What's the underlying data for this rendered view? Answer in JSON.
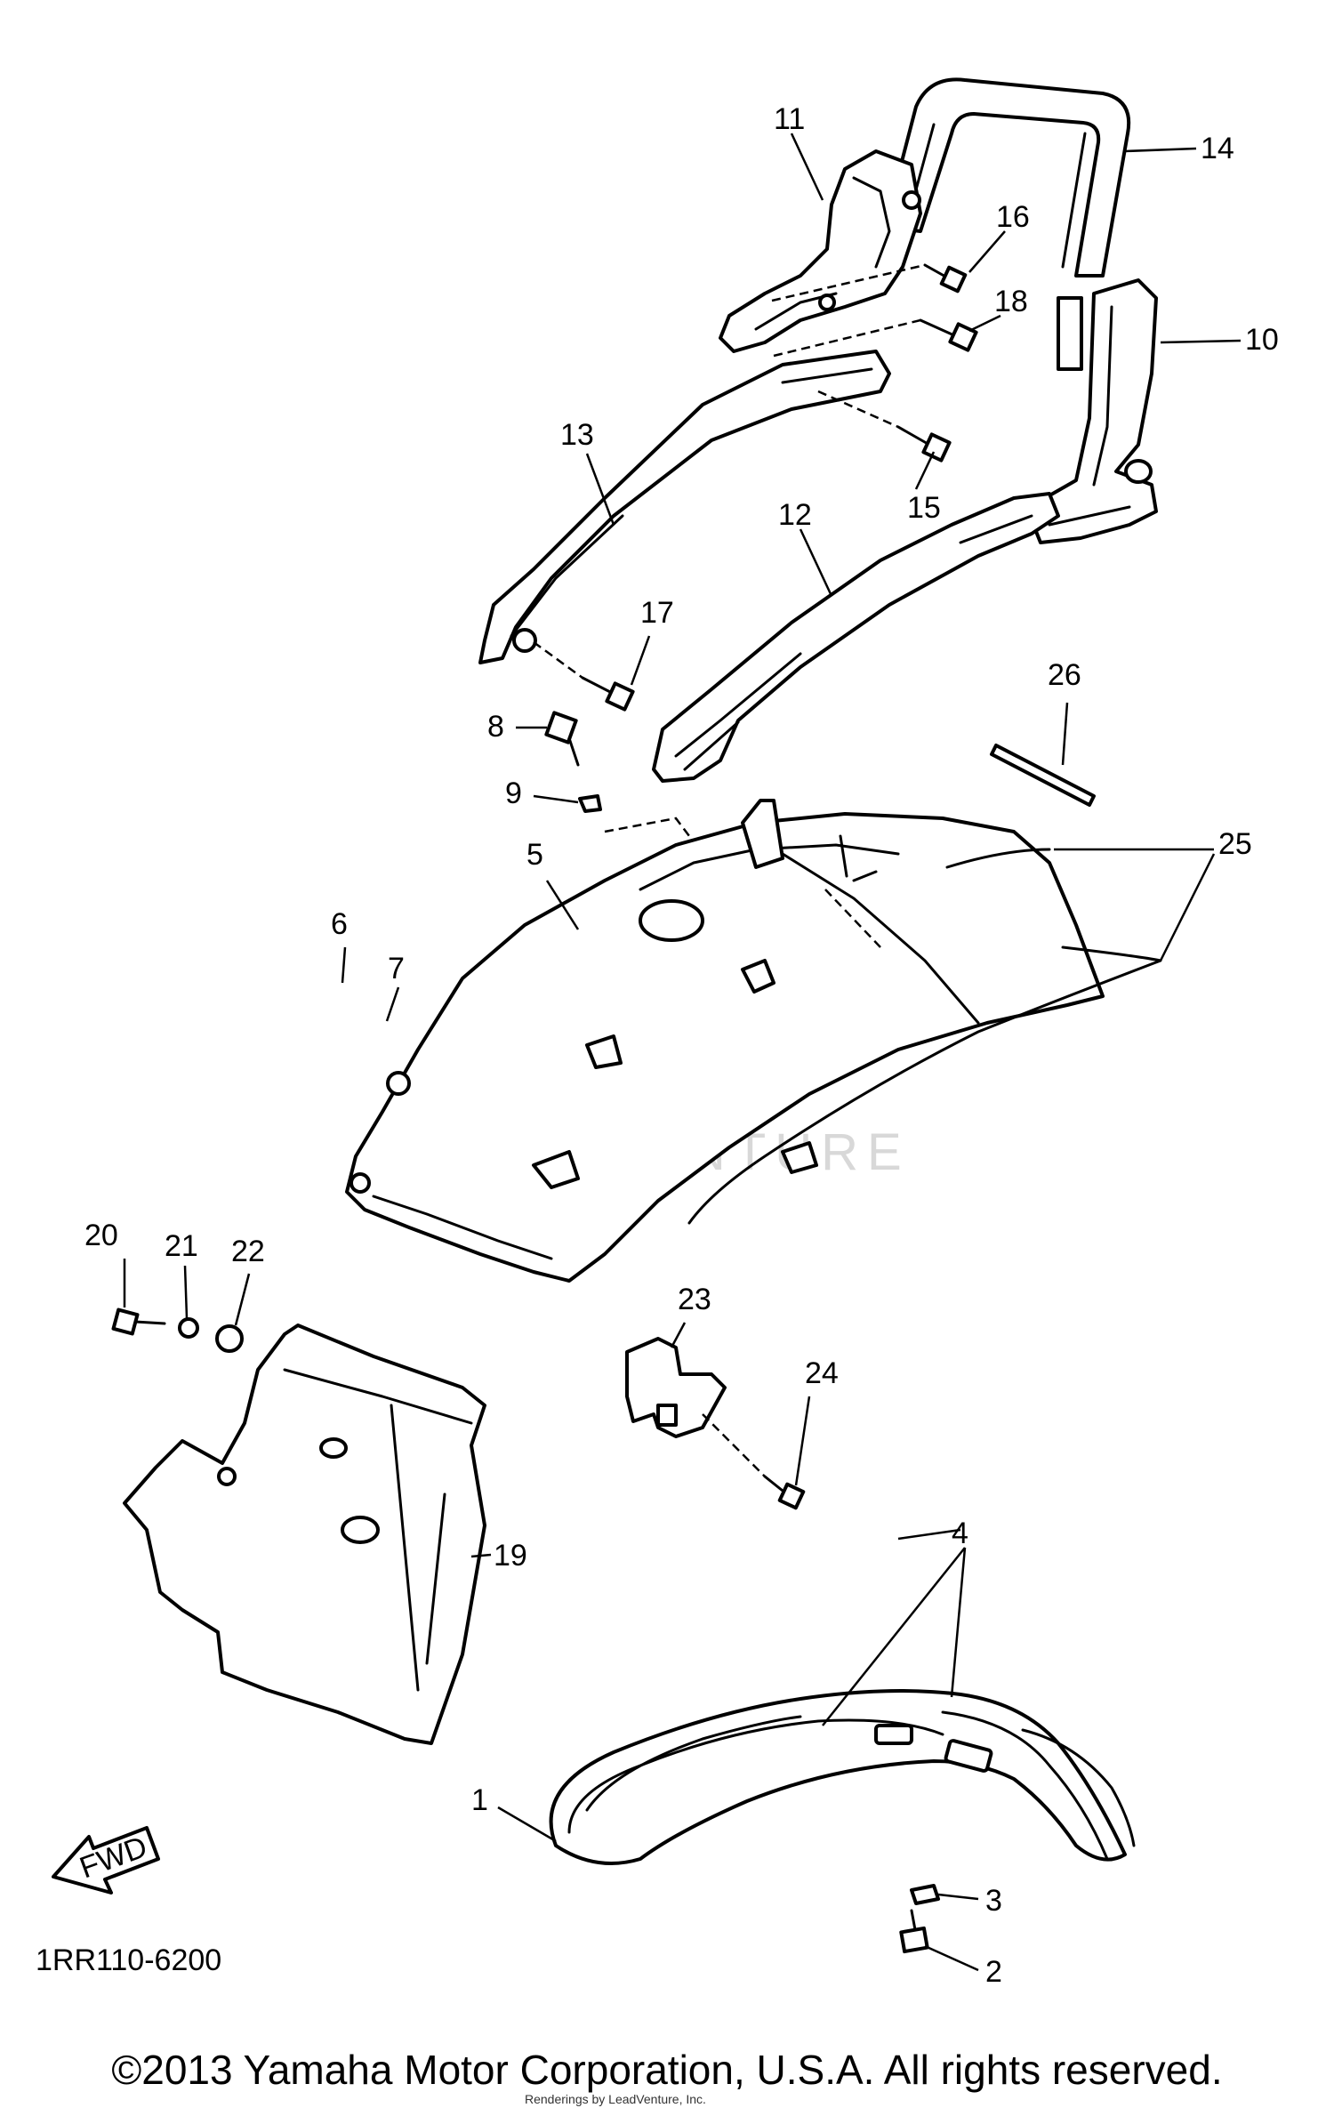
{
  "diagram": {
    "code": "1RR110-6200",
    "fwd_label": "FWD",
    "watermark": "LEADVENTURE",
    "copyright": "©2013 Yamaha Motor Corporation, U.S.A. All rights reserved.",
    "credit": "Renderings by LeadVenture, Inc.",
    "callouts": [
      "1",
      "2",
      "3",
      "4",
      "5",
      "6",
      "7",
      "8",
      "9",
      "10",
      "11",
      "12",
      "13",
      "14",
      "15",
      "16",
      "17",
      "18",
      "19",
      "20",
      "21",
      "22",
      "23",
      "24",
      "25",
      "26"
    ]
  }
}
